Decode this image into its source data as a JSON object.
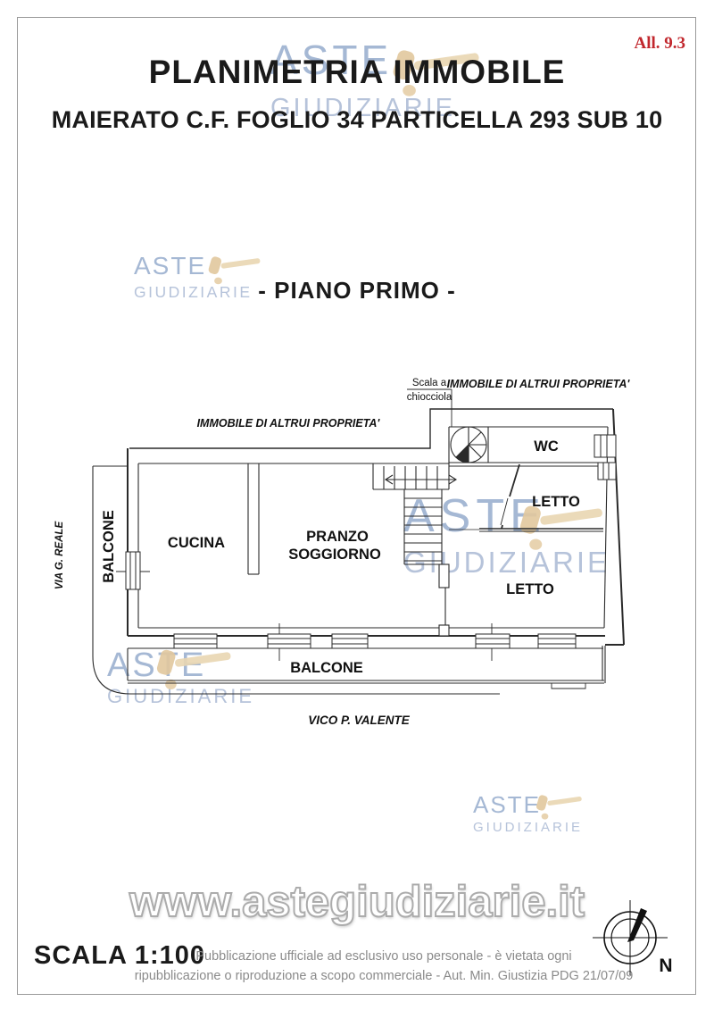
{
  "page": {
    "attachment_label": "All. 9.3",
    "title": "PLANIMETRIA IMMOBILE",
    "subtitle": "MAIERATO C.F. FOGLIO 34 PARTICELLA 293 SUB 10",
    "floor_label": "- PIANO PRIMO -",
    "scale_label": "SCALA 1:100",
    "disclaimer_line1": "Pubblicazione ufficiale ad esclusivo uso personale - è vietata ogni",
    "disclaimer_line2": "ripubblicazione o riproduzione a scopo commerciale - Aut. Min. Giustizia PDG 21/07/09",
    "compass_north_label": "N"
  },
  "watermark": {
    "brand_line1": "ASTE",
    "brand_line2": "GIUDIZIARIE",
    "url": "www.astegiudiziarie.it"
  },
  "plan": {
    "rooms": {
      "kitchen": "CUCINA",
      "dining_line1": "PRANZO",
      "dining_line2": "SOGGIORNO",
      "wc": "WC",
      "bedroom_upper": "LETTO",
      "bedroom_lower": "LETTO",
      "balcony_left": "BALCONE",
      "balcony_bottom": "BALCONE"
    },
    "annotations": {
      "spiral_stair_line1": "Scala a",
      "spiral_stair_line2": "chiocciola",
      "neighbor_top": "IMMOBILE DI ALTRUI PROPRIETA'",
      "neighbor_left": "IMMOBILE DI ALTRUI PROPRIETA'",
      "street_left": "VIA G. REALE",
      "street_bottom": "VICO P. VALENTE"
    }
  },
  "colors": {
    "accent_red": "#c1272d",
    "watermark_blue": "#a5b8d4",
    "watermark_blue_light": "#b6c3da",
    "gavel_tan": "#e9d6b2",
    "plan_line": "#2a2a2a",
    "muted_text": "#8a8a8a",
    "border_gray": "#9a9a9a"
  }
}
